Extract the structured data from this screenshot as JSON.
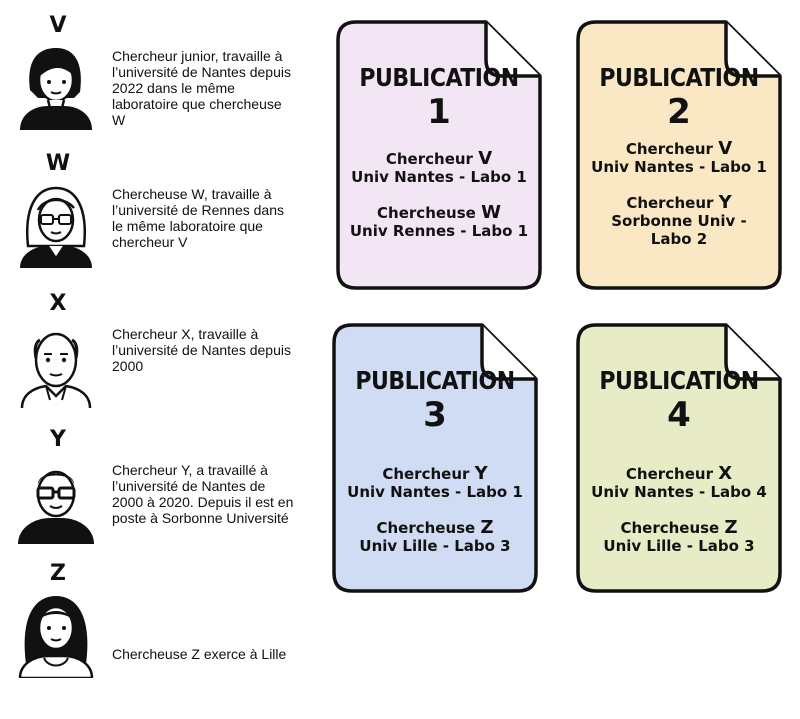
{
  "researchers": [
    {
      "letter": "V",
      "description": "Chercheur junior, travaille à l’université de Nantes depuis 2022 dans le même laboratoire que chercheuse W"
    },
    {
      "letter": "W",
      "description": "Chercheuse W, travaille à l’université de Rennes dans le même laboratoire que chercheur V"
    },
    {
      "letter": "X",
      "description": "Chercheur X, travaille à l’université de Nantes depuis 2000"
    },
    {
      "letter": "Y",
      "description": "Chercheur Y, a travaillé à l’université de Nantes de 2000 à 2020. Depuis il est en poste à Sorbonne Université"
    },
    {
      "letter": "Z",
      "description": "Chercheuse Z exerce à Lille"
    }
  ],
  "publications": [
    {
      "title": "PUBLICATION",
      "number": "1",
      "color": "#f3e6f4",
      "authors": [
        {
          "role": "Chercheur",
          "letter": "V",
          "affiliation": "Univ Nantes - Labo 1"
        },
        {
          "role": "Chercheuse",
          "letter": "W",
          "affiliation": "Univ Rennes - Labo 1"
        }
      ]
    },
    {
      "title": "PUBLICATION",
      "number": "2",
      "color": "#f9e8c3",
      "authors": [
        {
          "role": "Chercheur",
          "letter": "V",
          "affiliation": "Univ Nantes - Labo 1"
        },
        {
          "role": "Chercheur",
          "letter": "Y",
          "affiliation": "Sorbonne Univ -",
          "affiliation2": "Labo 2"
        }
      ]
    },
    {
      "title": "PUBLICATION",
      "number": "3",
      "color": "#cfdcf3",
      "authors": [
        {
          "role": "Chercheur",
          "letter": "Y",
          "affiliation": "Univ Nantes - Labo 1"
        },
        {
          "role": "Chercheuse",
          "letter": "Z",
          "affiliation": "Univ Lille - Labo 3"
        }
      ]
    },
    {
      "title": "PUBLICATION",
      "number": "4",
      "color": "#e8ecc6",
      "authors": [
        {
          "role": "Chercheur",
          "letter": "X",
          "affiliation": "Univ Nantes - Labo 4"
        },
        {
          "role": "Chercheuse",
          "letter": "Z",
          "affiliation": "Univ Lille - Labo 3"
        }
      ]
    }
  ]
}
